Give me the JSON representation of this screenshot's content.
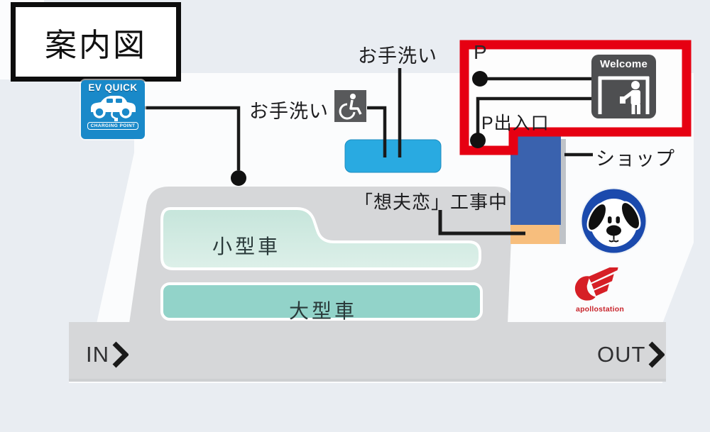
{
  "title_box": {
    "label": "案内図"
  },
  "facility_labels": {
    "restroom_top": "お手洗い",
    "restroom_left": "お手洗い",
    "parking_p": "P",
    "parking_gate": "P出入口",
    "shop": "ショップ",
    "construction": "「想夫恋」工事中",
    "small_cars": "小型車",
    "large_cars": "大型車",
    "entry": "IN",
    "exit": "OUT"
  },
  "signs": {
    "ev_charger": {
      "title": "EV QUICK",
      "subtitle": "CHARGING POINT"
    },
    "welcome_gate": {
      "title": "Welcome"
    },
    "fuel_brand": {
      "title": "apollostation"
    }
  },
  "colors": {
    "highlight_red": "#e60012",
    "restroom_blue": "#29aae1",
    "shop_blue": "#3a62ae",
    "construction_orange": "#f7be7d",
    "small_car_mint": "#cfe9e0",
    "large_car_teal": "#92d3c9",
    "road_gray": "#d6d7d9",
    "ev_sign_blue": "#1989c9",
    "mascot_blue": "#1b4aad",
    "sign_gray": "#58595b",
    "background": "#e9edf2"
  }
}
